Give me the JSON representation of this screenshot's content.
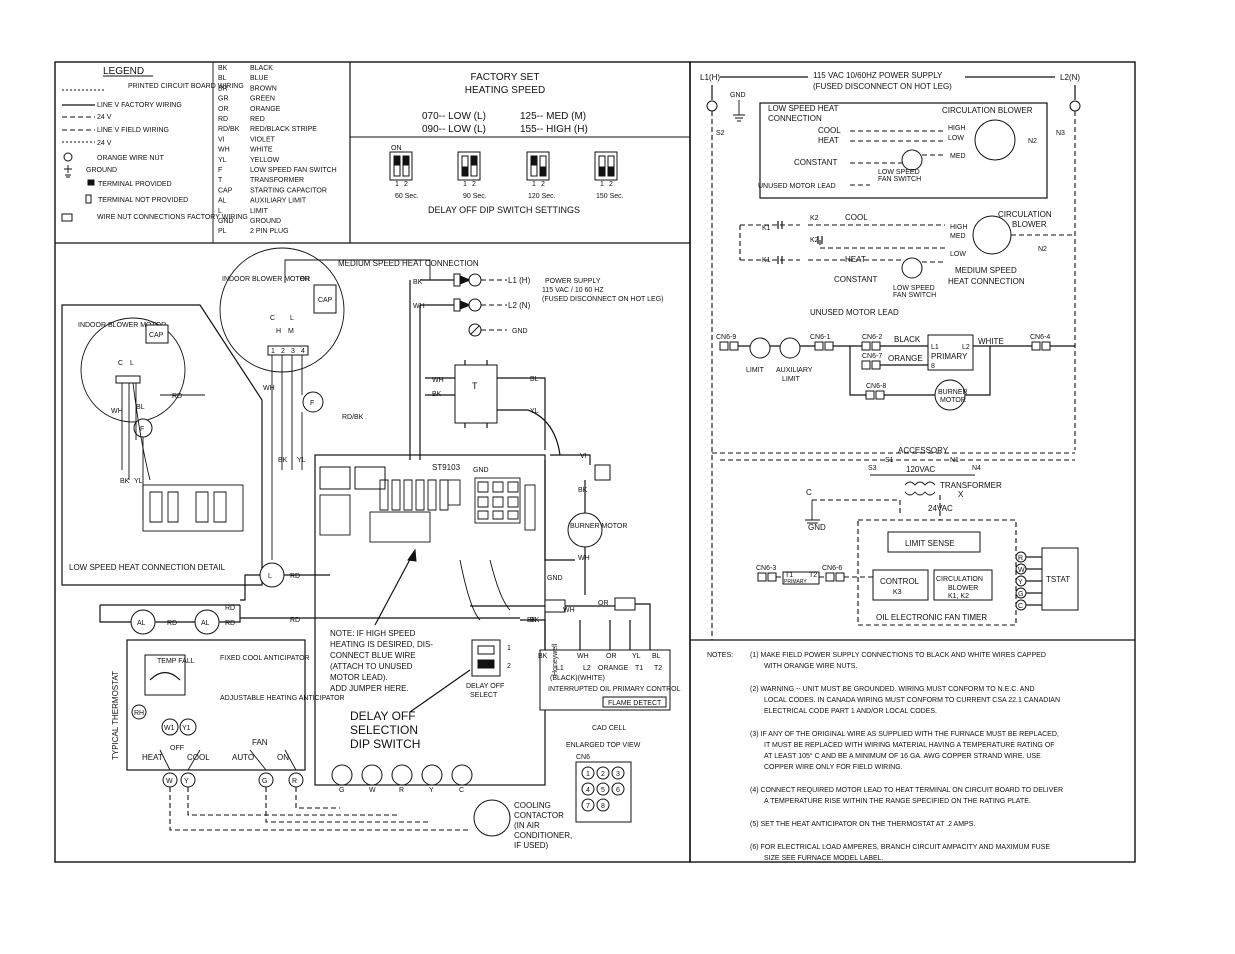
{
  "legend": {
    "title": "LEGEND",
    "left_items": [
      "PRINTED CIRCUIT BOARD WIRING",
      "LINE V   FACTORY WIRING",
      "24 V",
      "LINE V   FIELD WIRING",
      "24 V",
      "ORANGE WIRE NUT",
      "GROUND",
      "TERMINAL PROVIDED",
      "TERMINAL NOT PROVIDED",
      "WIRE NUT CONNECTIONS FACTORY WIRING"
    ],
    "codes": [
      {
        "code": "BK",
        "desc": "BLACK"
      },
      {
        "code": "BL",
        "desc": "BLUE"
      },
      {
        "code": "BR",
        "desc": "BROWN"
      },
      {
        "code": "GR",
        "desc": "GREEN"
      },
      {
        "code": "OR",
        "desc": "ORANGE"
      },
      {
        "code": "RD",
        "desc": "RED"
      },
      {
        "code": "RD/BK",
        "desc": "RED/BLACK STRIPE"
      },
      {
        "code": "VI",
        "desc": "VIOLET"
      },
      {
        "code": "WH",
        "desc": "WHITE"
      },
      {
        "code": "YL",
        "desc": "YELLOW"
      },
      {
        "code": "F",
        "desc": "LOW SPEED FAN SWITCH"
      },
      {
        "code": "T",
        "desc": "TRANSFORMER"
      },
      {
        "code": "CAP",
        "desc": "STARTING CAPACITOR"
      },
      {
        "code": "AL",
        "desc": "AUXILIARY LIMIT"
      },
      {
        "code": "L",
        "desc": "LIMIT"
      },
      {
        "code": "GND",
        "desc": "GROUND"
      },
      {
        "code": "PL",
        "desc": "2 PIN PLUG"
      }
    ]
  },
  "factory": {
    "title1": "FACTORY SET",
    "title2": "HEATING SPEED",
    "row1a": "070-- LOW (L)",
    "row1b": "125-- MED (M)",
    "row2a": "090-- LOW (L)",
    "row2b": "155-- HIGH (H)",
    "dips": [
      {
        "label": "60 Sec.",
        "on": "ON",
        "p1": "1",
        "p2": "2"
      },
      {
        "label": "90 Sec.",
        "p1": "1",
        "p2": "2"
      },
      {
        "label": "120 Sec.",
        "p1": "1",
        "p2": "2"
      },
      {
        "label": "150 Sec.",
        "p1": "1",
        "p2": "2"
      }
    ],
    "dip_title": "DELAY OFF DIP SWITCH SETTINGS"
  },
  "wiring": {
    "indoor_blower_motor": "INDOOR BLOWER MOTOR",
    "low_speed_detail": "LOW SPEED HEAT CONNECTION DETAIL",
    "medium_speed_heat": "MEDIUM SPEED HEAT CONNECTION",
    "power_supply": "POWER SUPPLY",
    "power_supply_2": "115 VAC / 10 60 HZ",
    "power_supply_3": "(FUSED DISCONNECT ON HOT LEG)",
    "l1": "L1 (H)",
    "l2": "L2 (N)",
    "gnd": "GND",
    "motor_letters": [
      "C",
      "L",
      "H",
      "M"
    ],
    "pins": [
      "1",
      "2",
      "3",
      "4"
    ],
    "cap": "CAP",
    "wire_labels": {
      "bk": "BK",
      "wh": "WH",
      "rd": "RD",
      "bl": "BL",
      "yl": "YL",
      "br": "BR",
      "or": "OR",
      "vi": "VI",
      "rdbk": "RD/BK",
      "f": "F",
      "l": "L",
      "al": "AL",
      "t": "T"
    },
    "board_label": "ST9103",
    "board_gnd": "GND",
    "burner_motor": "BURNER MOTOR",
    "note": [
      "NOTE: IF HIGH SPEED",
      "HEATING IS DESIRED, DIS-",
      "CONNECT BLUE WIRE",
      "(ATTACH TO UNUSED",
      "MOTOR LEAD).",
      "ADD JUMPER HERE."
    ],
    "delay_off_select": [
      "DELAY OFF",
      "SELECT"
    ],
    "delay_off_big": [
      "DELAY OFF",
      "SELECTION",
      "DIP SWITCH"
    ],
    "honeywell": "Honeywell",
    "primary_terms": [
      "BK",
      "WH",
      "OR",
      "YL",
      "BL"
    ],
    "primary_l1": "L1",
    "primary_l2": "L2",
    "primary_orange": "ORANGE",
    "primary_t1": "T1",
    "primary_t2": "T2",
    "primary_black_white": "(BLACK)(WHITE)",
    "primary_control": "INTERRUPTED OIL PRIMARY CONTROL",
    "flame_detect": "FLAME DETECT",
    "cad_cell": "CAD CELL",
    "enlarged": "ENLARGED TOP VIEW",
    "cn6": "CN6",
    "cn6_pins": [
      "1",
      "2",
      "3",
      "4",
      "5",
      "6",
      "7",
      "8"
    ],
    "board_terms": [
      "G",
      "W",
      "R",
      "Y",
      "C"
    ],
    "cooling": [
      "COOLING",
      "CONTACTOR",
      "(IN AIR",
      "CONDITIONER,",
      "IF USED)"
    ],
    "thermostat": "TYPICAL THERMOSTAT",
    "temp_fall": "TEMP FALL",
    "fixed_cool": "FIXED COOL ANTICIPATOR",
    "adjustable": "ADJUSTABLE HEATING ANTICIPATOR",
    "fan": "FAN",
    "heat": "HEAT",
    "off": "OFF",
    "cool": "COOL",
    "auto": "AUTO",
    "on": "ON",
    "therm_terms": [
      "W1",
      "Y1",
      "W",
      "Y",
      "G",
      "R",
      "RH"
    ],
    "r": "R"
  },
  "ladder": {
    "supply": "115 VAC 10/60HZ POWER SUPPLY",
    "supply2": "(FUSED DISCONNECT ON HOT LEG)",
    "l1": "L1(H)",
    "l2": "L2(N)",
    "gnd": "GND",
    "s2": "S2",
    "n3": "N3",
    "n2": "N2",
    "low_speed_heat": [
      "LOW SPEED HEAT",
      "CONNECTION"
    ],
    "circ_blower": "CIRCULATION BLOWER",
    "cool": "COOL",
    "heat": "HEAT",
    "constant": "CONSTANT",
    "high": "HIGH",
    "low": "LOW",
    "med": "MED",
    "low_speed_fan_switch": [
      "LOW SPEED",
      "FAN SWITCH"
    ],
    "unused_motor_lead": "UNUSED MOTOR LEAD",
    "k1": "K1",
    "k2": "K2",
    "circulation": "CIRCULATION",
    "blower": "BLOWER",
    "medium_speed": [
      "MEDIUM SPEED",
      "HEAT CONNECTION"
    ],
    "cn_labels": [
      "CN6-9",
      "CN6-1",
      "CN6-2",
      "CN6-7",
      "CN6-8",
      "CN6-4"
    ],
    "limit": "LIMIT",
    "aux_limit": [
      "AUXILIARY",
      "LIMIT"
    ],
    "black": "BLACK",
    "orange": "ORANGE",
    "white": "WHITE",
    "primary": "PRIMARY",
    "l1s": "L1",
    "l2s": "L2",
    "eight": "8",
    "burner_motor": [
      "BURNER",
      "MOTOR"
    ],
    "accessory": "ACCESSORY",
    "s1": "S1",
    "n1": "N1",
    "s3": "S3",
    "n4": "N4",
    "vac120": "120VAC",
    "vac24": "24VAC",
    "transformer": "TRANSFORMER",
    "x": "X",
    "c": "C",
    "limit_sense": "LIMIT SENSE",
    "cn6_3": "CN6-3",
    "cn6_6": "CN6-6",
    "t1": "T1",
    "t2": "T2",
    "primary_small": "PRIMARY",
    "control": "CONTROL",
    "k3": "K3",
    "circ_blower_box": [
      "CIRCULATION",
      "BLOWER",
      "K1, K2"
    ],
    "oil_fan_timer": "OIL ELECTRONIC FAN TIMER",
    "terms": [
      "R",
      "W",
      "Y",
      "G",
      "C"
    ],
    "tstat": "TSTAT"
  },
  "notes": {
    "title": "NOTES:",
    "items": [
      [
        "(1) MAKE FIELD POWER SUPPLY CONNECTIONS TO BLACK AND WHITE WIRES CAPPED",
        "WITH ORANGE WIRE NUTS."
      ],
      [
        "(2) WARNING -- UNIT MUST BE GROUNDED. WIRING MUST CONFORM TO N.E.C. AND",
        "LOCAL CODES. IN CANADA WIRING MUST CONFORM TO CURRENT CSA 22.1 CANADIAN",
        "ELECTRICAL CODE PART 1 AND/OR LOCAL CODES."
      ],
      [
        "(3) IF ANY OF THE ORIGINAL WIRE AS SUPPLIED WITH THE FURNACE MUST BE REPLACED,",
        "IT MUST BE REPLACED WITH WIRING MATERIAL HAVING A TEMPERATURE RATING OF",
        "AT LEAST 105° C AND BE A MINIMUM OF 16 GA. AWG COPPER STRAND WIRE. USE",
        "COPPER WIRE ONLY FOR FIELD WIRING."
      ],
      [
        "(4) CONNECT REQUIRED MOTOR LEAD TO HEAT TERMINAL ON CIRCUIT BOARD TO DELIVER",
        "A TEMPERATURE RISE WITHIN THE RANGE SPECIFIED ON THE RATING PLATE."
      ],
      [
        "(5) SET THE HEAT ANTICIPATOR ON THE THERMOSTAT AT .2 AMPS."
      ],
      [
        "(6) FOR ELECTRICAL LOAD AMPERES, BRANCH CIRCUIT AMPACITY AND MAXIMUM FUSE",
        "SIZE SEE FURNACE MODEL LABEL."
      ]
    ]
  }
}
